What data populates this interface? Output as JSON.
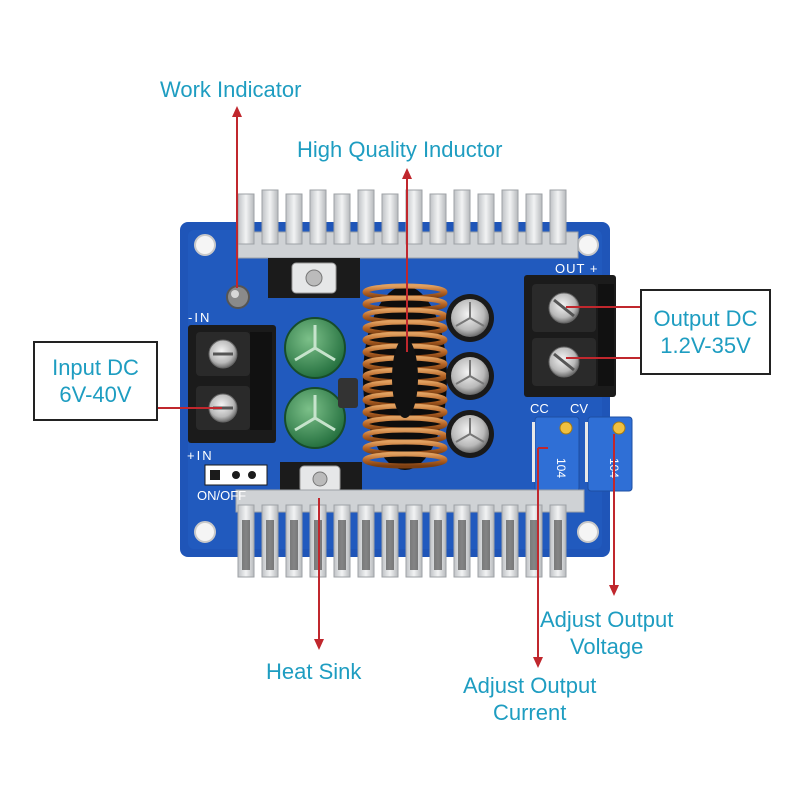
{
  "callouts": {
    "work_indicator": "Work Indicator",
    "inductor": "High Quality Inductor",
    "input_dc": [
      "Input DC",
      "6V-40V"
    ],
    "output_dc": [
      "Output DC",
      "1.2V-35V"
    ],
    "heat_sink": "Heat Sink",
    "adjust_current": [
      "Adjust Output",
      "Current"
    ],
    "adjust_voltage": [
      "Adjust Output",
      "Voltage"
    ]
  },
  "silkscreen": {
    "minus_in": "-IN",
    "plus_in": "+IN",
    "on_off": "ON/OFF",
    "out": "OUT +",
    "cc": "CC",
    "cv": "CV",
    "pot_code": "104"
  },
  "colors": {
    "label_text": "#1e9dc1",
    "pointer_line": "#c0272d",
    "pcb_blue": "#1f55b8",
    "heatsink_silver": "#d6d8da",
    "terminal_black": "#1b1b1b",
    "inductor_copper": "#c8782f",
    "trimmer_blue": "#2f6fd6"
  }
}
